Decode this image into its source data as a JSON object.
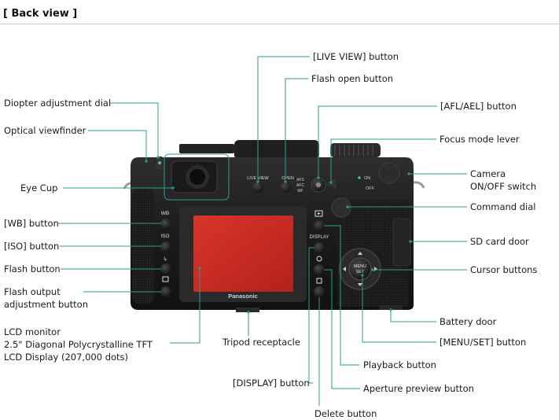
{
  "title": "[ Back view ]",
  "camera": {
    "brand_text": "Panasonic",
    "live_view_text": "LIVE VIEW",
    "open_text": "OPEN",
    "afs_text": "AFS",
    "afc_text": "AFC",
    "mf_text": "MF",
    "on_text": "ON",
    "off_text": "OFF",
    "wb_text": "WB",
    "iso_text": "ISO",
    "display_text": "DISPLAY",
    "menu_text": "MENU",
    "set_text": "SET",
    "lcd_color": "#cc2a20",
    "accent_line_color": "#2a9d92",
    "body_color": "#1b1b1b"
  },
  "labels": {
    "diopter": "Diopter adjustment dial",
    "optical_viewfinder": "Optical viewfinder",
    "eye_cup": "Eye Cup",
    "wb_button": "[WB] button",
    "iso_button": "[ISO] button",
    "flash_button": "Flash button",
    "flash_output": "Flash output\nadjustment button",
    "lcd_monitor": "LCD monitor\n2.5\" Diagonal Polycrystalline TFT\nLCD Display (207,000 dots)",
    "live_view": "[LIVE VIEW] button",
    "flash_open": "Flash open button",
    "afl_ael": "[AFL/AEL] button",
    "focus_mode": "Focus mode lever",
    "camera_onoff": "Camera\nON/OFF switch",
    "command_dial": "Command dial",
    "sd_card_door": "SD card door",
    "cursor_buttons": "Cursor buttons",
    "battery_door": "Battery door",
    "menu_set": "[MENU/SET] button",
    "playback": "Playback button",
    "aperture_preview": "Aperture preview button",
    "tripod": "Tripod receptacle",
    "display_button": "[DISPLAY] button",
    "delete_button": "Delete button"
  }
}
